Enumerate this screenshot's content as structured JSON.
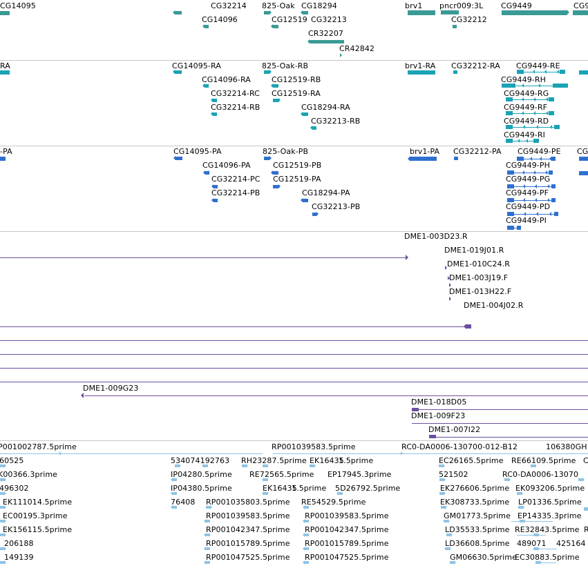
{
  "colors": {
    "gene": "#3a9a96",
    "transcript": "#1aa3b5",
    "protein": "#2f6fd0",
    "clone": "#6a4fa0",
    "est": "#8fc3e3",
    "separator": "#c8c8c8"
  },
  "tracks": {
    "genes": {
      "labels": [
        "CG14095",
        "CG32214",
        "825-Oak",
        "CG18294",
        "brv1",
        "pncr009:3L",
        "CG9449",
        "CG9",
        "CG14096",
        "CG12519",
        "CG32213",
        "CG32212",
        "CR32207",
        "CR42842"
      ]
    },
    "transcripts": {
      "labels": [
        "RA",
        "CG14095-RA",
        "825-Oak-RB",
        "brv1-RA",
        "CG32212-RA",
        "CG9449-RE",
        "CG14096-RA",
        "CG12519-RB",
        "CG9449-RH",
        "CG32214-RC",
        "CG12519-RA",
        "CG9449-RG",
        "CG32214-RB",
        "CG18294-RA",
        "CG9449-RF",
        "CG32213-RB",
        "CG9449-RD",
        "CG9449-RI"
      ]
    },
    "proteins": {
      "labels": [
        "-PA",
        "CG14095-PA",
        "825-Oak-PB",
        "brv1-PA",
        "CG32212-PA",
        "CG9449-PE",
        "CG",
        "CG14096-PA",
        "CG12519-PB",
        "CG9449-PH",
        "CG32214-PC",
        "CG12519-PA",
        "CG9449-PG",
        "CG32214-PB",
        "CG18294-PA",
        "CG9449-PF",
        "CG32213-PB",
        "CG9449-PD",
        "CG9449-PI"
      ]
    },
    "clones": {
      "labels": [
        "DME1-003D23.R",
        "DME1-019J01.R",
        "DME1-010C24.R",
        "DME1-003J19.F",
        "DME1-013H22.F",
        "DME1-004J02.R",
        "DME1-009G23",
        "DME1-018D05",
        "DME1-009F23",
        "DME1-007I22"
      ]
    },
    "ests": {
      "labels": [
        "P001002787.5prime",
        "RP001039583.5prime",
        "RC0-DA0006-130700-012-B12",
        "106380GH",
        "60525",
        "534074192763",
        "RH23287.5prime",
        "EK16435",
        "1.5prime",
        "EC26165.5prime",
        "RE66109.5prime",
        "C",
        "K00366.3prime",
        "IP04280.5prime",
        "RE72565.5prime",
        "EP17945.3prime",
        "521502",
        "RC0-DA0006-13070",
        "496302",
        "IP04380.5prime",
        "EK16435",
        "1.5prime",
        "5D26792.5prime",
        "EK276606.5prime",
        "EK093206.5prime",
        "EK111014.5prime",
        "76408",
        "RP001035803.5prime",
        "RE54529.5prime",
        "EK308733.5prime",
        "LP01336.5prime",
        "EC00195.3prime",
        "RP001039583.5prime",
        "RP001039583.5prime",
        "GM01773.5prime",
        "EP14335.3prime",
        "EK156115.5prime",
        "RP001042347.5prime",
        "RP001042347.5prime",
        "LD35533.5prime",
        "RE32843.5prime",
        "R",
        "206188",
        "RP001015789.5prime",
        "RP001015789.5prime",
        "LD36608.5prime",
        "489071",
        "425164",
        "149139",
        "RP001047525.5prime",
        "RP001047525.5prime",
        "GM06630.5prime",
        "EC30883.5prime"
      ]
    }
  }
}
